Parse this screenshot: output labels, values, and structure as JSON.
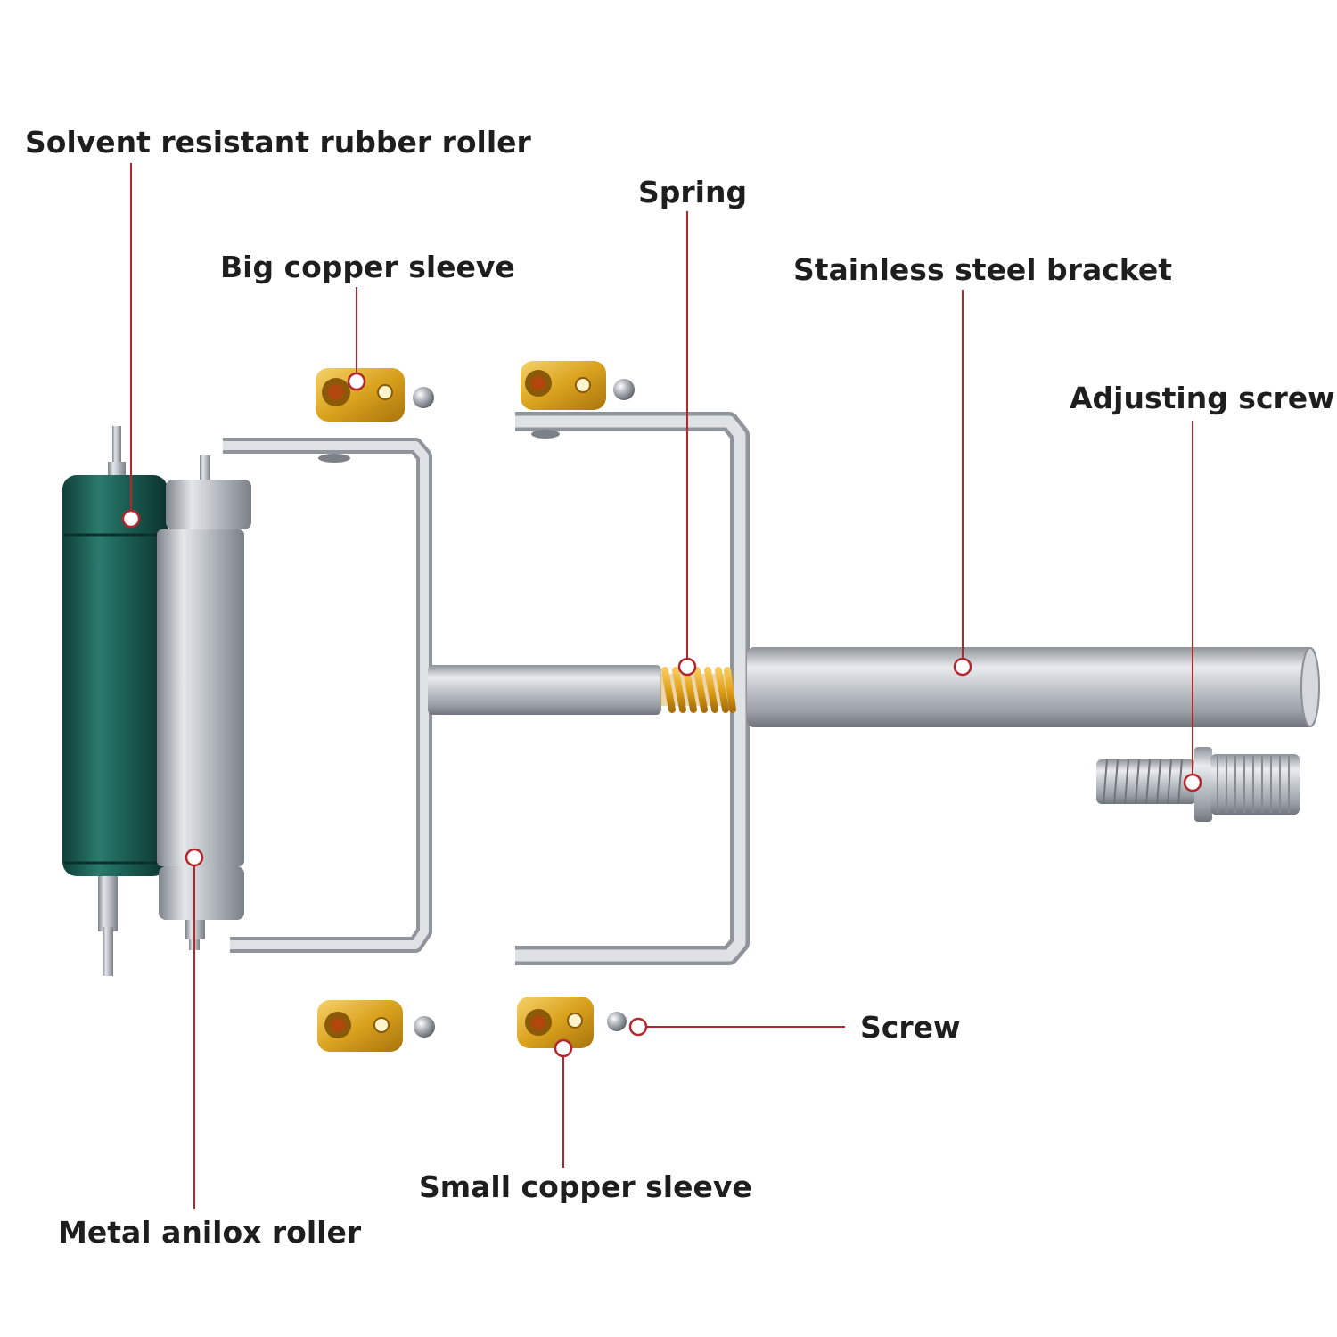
{
  "labels": {
    "rubber_roller": "Solvent resistant rubber roller",
    "big_copper_sleeve": "Big copper sleeve",
    "spring": "Spring",
    "stainless_bracket": "Stainless steel bracket",
    "adjusting_screw": "Adjusting screw",
    "screw": "Screw",
    "small_copper_sleeve": "Small copper sleeve",
    "anilox_roller": "Metal anilox roller"
  },
  "colors": {
    "leader": "#b3262c",
    "rubber": "#1b5e54",
    "steel": "#c8ccd0",
    "brass": "#d9a21e",
    "spring": "#e0a21a",
    "label": "#1e1e1e"
  }
}
